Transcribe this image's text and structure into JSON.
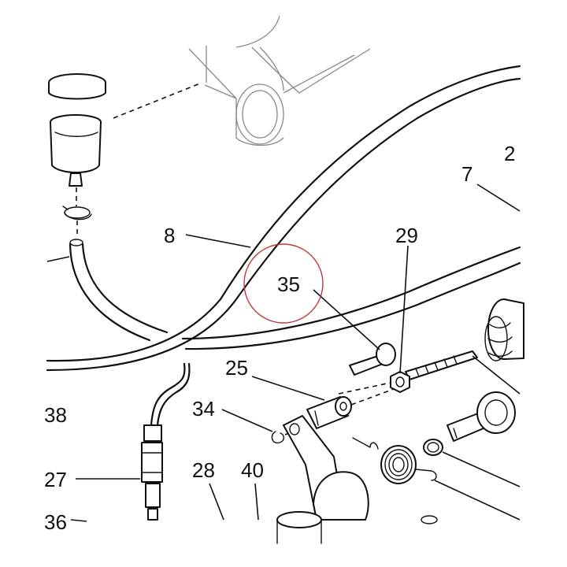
{
  "callouts": {
    "c2": "2",
    "c7": "7",
    "c8": "8",
    "c29": "29",
    "c35": "35",
    "c25": "25",
    "c34": "34",
    "c38": "38",
    "c27": "27",
    "c28": "28",
    "c40": "40",
    "c36": "36"
  },
  "colors": {
    "line": "#111111",
    "highlight_ring": "#c0393b",
    "background": "#ffffff"
  },
  "highlighted_callout": "35"
}
